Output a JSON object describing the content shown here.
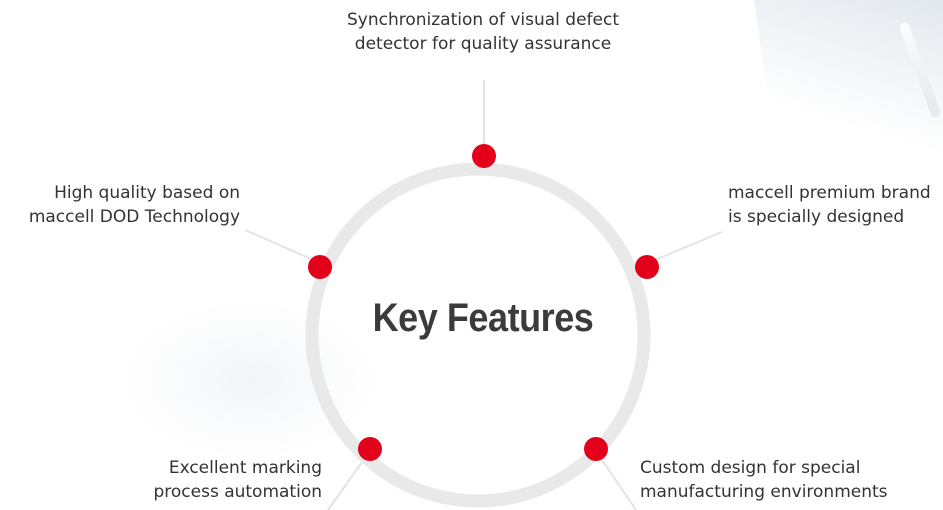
{
  "center": {
    "title": "Key Features"
  },
  "features": [
    {
      "line1": "Synchronization of visual defect",
      "line2": "detector for quality assurance"
    },
    {
      "line1": "High quality based on",
      "line2": "maccell DOD Technology"
    },
    {
      "line1": "maccell premium brand",
      "line2": "is specially designed"
    },
    {
      "line1": "Excellent marking",
      "line2": "process automation"
    },
    {
      "line1": "Custom design for special",
      "line2": "manufacturing environments"
    }
  ],
  "colors": {
    "ring": "#e9e9e9",
    "dot": "#e3001b",
    "text": "#333333",
    "title": "#3b3b3b",
    "connector": "#e3e3e3"
  }
}
